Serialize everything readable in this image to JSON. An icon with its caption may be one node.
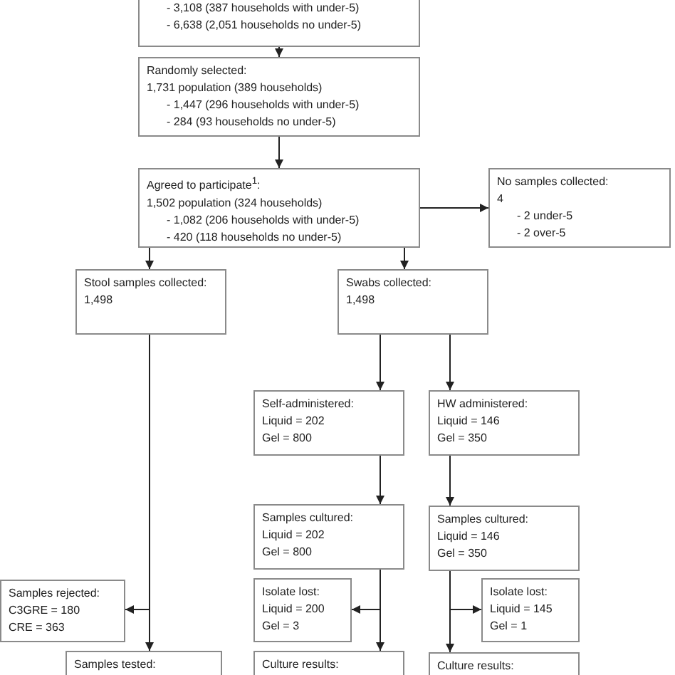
{
  "diagram": {
    "nodes": [
      {
        "text": [
          "- 3,108 (387 households with under-5)",
          "- 6,638 (2,051 households no under-5)"
        ]
      },
      {
        "text": [
          "Randomly selected:",
          "1,731 population (389 households)",
          "- 1,447 (296 households with under-5)",
          "- 284 (93 households no under-5)"
        ]
      },
      {
        "text": [
          "Agreed to participate$^{1}$:",
          "1,502 population (324 households)",
          "- 1,082 (206 households with under-5)",
          "- 420 (118 households no under-5)"
        ]
      },
      {
        "text": [
          "No samples collected:",
          "4",
          "- 2 under-5",
          "- 2 over-5"
        ]
      },
      {
        "text": [
          "Stool samples collected:",
          "1,498"
        ]
      },
      {
        "text": [
          "Swabs collected:",
          "1,498"
        ]
      },
      {
        "text": [
          "Self-administered:",
          "Liquid = 202",
          "Gel = 800"
        ]
      },
      {
        "text": [
          "HW administered:",
          "Liquid = 146",
          "Gel = 350"
        ]
      },
      {
        "text": [
          "Samples cultured:",
          "Liquid = 202",
          "Gel = 800"
        ]
      },
      {
        "text": [
          "Samples cultured:",
          "Liquid = 146",
          "Gel = 350"
        ]
      },
      {
        "text": [
          "Samples rejected:",
          "C3GRE = 180",
          "CRE = 363"
        ]
      },
      {
        "text": [
          "Isolate lost:",
          "Liquid = 200",
          "Gel = 3"
        ]
      },
      {
        "text": [
          "Isolate lost:",
          "Liquid = 145",
          "Gel = 1"
        ]
      },
      {
        "text": [
          "Samples tested:"
        ]
      },
      {
        "text": [
          "Culture results:"
        ]
      },
      {
        "text": [
          "Culture results:"
        ]
      }
    ],
    "edges": [
      {
        "from": 0,
        "to": 1,
        "arrow": "to"
      },
      {
        "from": 1,
        "to": 2,
        "arrow": "to"
      },
      {
        "from": 2,
        "to": 3,
        "arrow": "to"
      },
      {
        "from": 2,
        "to": 4,
        "arrow": "to"
      },
      {
        "from": 2,
        "to": 5,
        "arrow": "to"
      },
      {
        "from": 5,
        "to": 6,
        "arrow": "to"
      },
      {
        "from": 5,
        "to": 7,
        "arrow": "to"
      },
      {
        "from": 6,
        "to": 8,
        "arrow": "to"
      },
      {
        "from": 7,
        "to": 9,
        "arrow": "to"
      },
      {
        "from": 4,
        "to": 10,
        "arrow": "to"
      },
      {
        "from": 4,
        "to": 13,
        "arrow": "to"
      },
      {
        "from": 8,
        "to": 11,
        "arrow": "to"
      },
      {
        "from": 8,
        "to": 14,
        "arrow": "to"
      },
      {
        "from": 9,
        "to": 12,
        "arrow": "to"
      },
      {
        "from": 9,
        "to": 15,
        "arrow": "to"
      }
    ]
  }
}
